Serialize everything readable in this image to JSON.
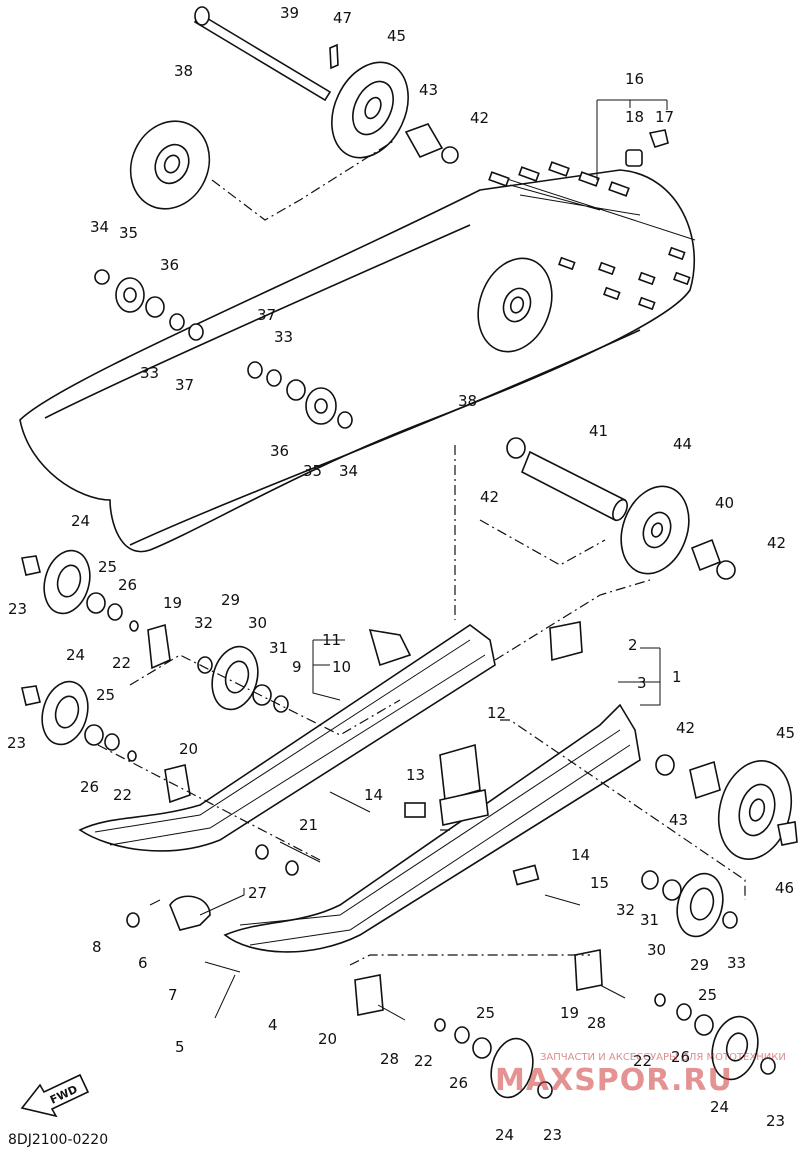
{
  "diagram": {
    "code": "8DJ2100-0220",
    "fwd_label": "FWD",
    "watermark_top": "ЗАПЧАСТИ И АКСЕССУАРЫ ДЛЯ МОТОТЕХНИКИ",
    "watermark_brand": "MAXSPOR.RU",
    "callouts": [
      "1",
      "2",
      "3",
      "4",
      "5",
      "6",
      "7",
      "8",
      "9",
      "10",
      "11",
      "12",
      "13",
      "14",
      "15",
      "16",
      "17",
      "18",
      "19",
      "20",
      "21",
      "22",
      "23",
      "24",
      "25",
      "26",
      "27",
      "28",
      "29",
      "30",
      "31",
      "32",
      "33",
      "34",
      "35",
      "36",
      "37",
      "38",
      "39",
      "40",
      "41",
      "42",
      "43",
      "44",
      "45",
      "46",
      "47"
    ]
  }
}
